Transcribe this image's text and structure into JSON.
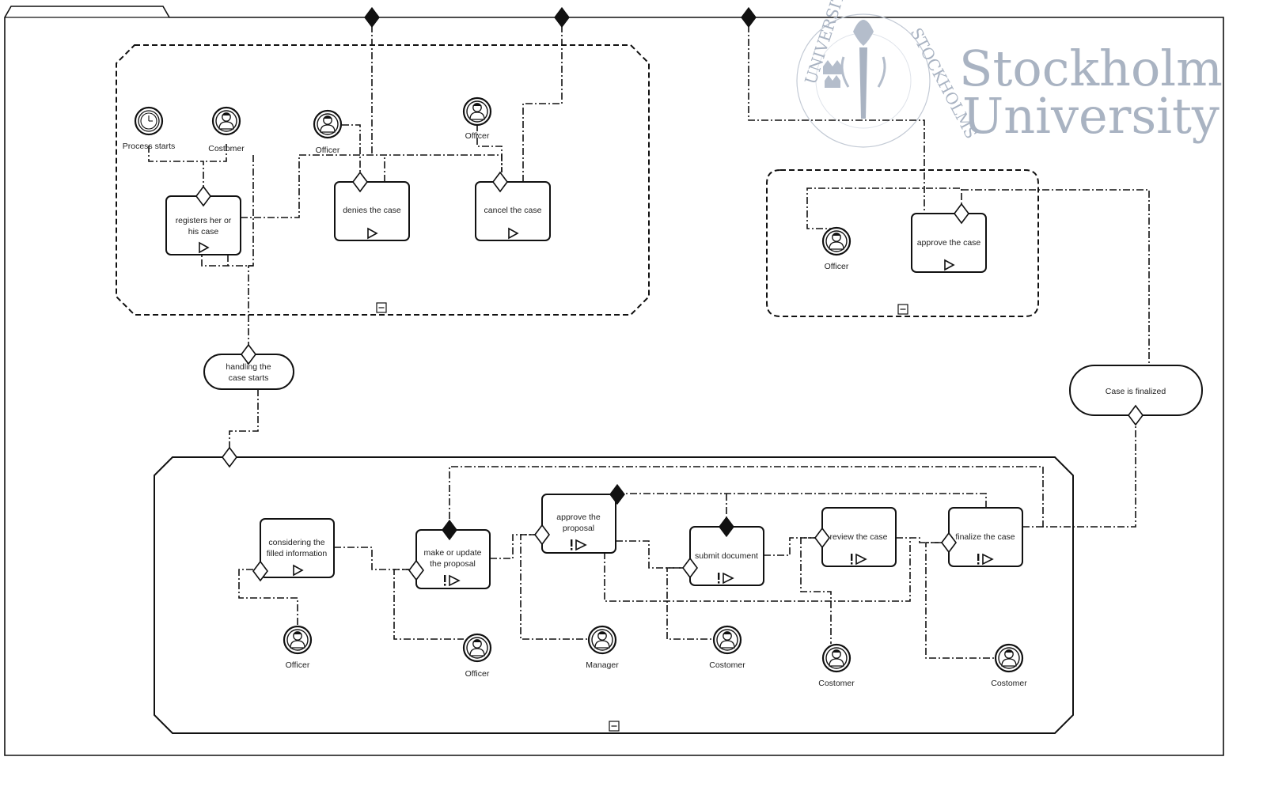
{
  "logo": {
    "line1": "Stockholm",
    "line2": "University",
    "seal_top": "UNIVERSITET",
    "seal_side": "STOCKHOLMS",
    "color": "#a9b3c2"
  },
  "stages": {
    "stage1": {
      "tasks": {
        "registers": "registers her or\nhis case",
        "denies": "denies the case",
        "cancel": "cancel the case"
      },
      "roles": {
        "process_starts": "Process starts",
        "customer": "Costomer",
        "officer_denies": "Officer",
        "officer_cancel": "Officer"
      }
    },
    "stage2": {
      "tasks": {
        "approve_case": "approve the case"
      },
      "roles": {
        "officer": "Officer"
      }
    },
    "stage3": {
      "tasks": {
        "considering": "considering the\nfilled information",
        "make_update": "make or update\nthe proposal",
        "approve_proposal": "approve the\nproposal",
        "submit": "submit document",
        "review": "review the case",
        "finalize": "finalize the case"
      },
      "roles": {
        "officer1": "Officer",
        "officer2": "Officer",
        "manager": "Manager",
        "customer1": "Costomer",
        "customer2": "Costomer",
        "customer3": "Costomer"
      }
    }
  },
  "milestones": {
    "handling_starts": "handling the\ncase starts",
    "case_finalized": "Case is finalized"
  },
  "colors": {
    "stroke": "#111111",
    "background": "#ffffff"
  }
}
